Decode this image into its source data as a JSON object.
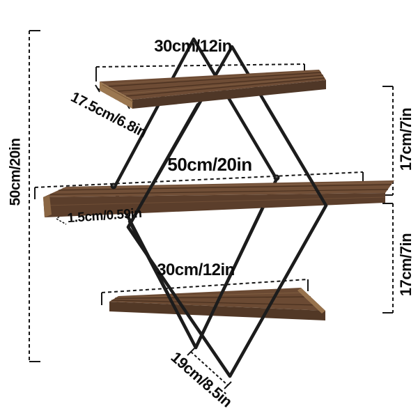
{
  "diagram": {
    "title": "3-tier diamond wire wall shelf dimension diagram",
    "dimensions": {
      "top_shelf_width": "30cm/12in",
      "top_shelf_depth": "17.5cm/6.8in",
      "middle_shelf_width": "50cm/20in",
      "board_thickness": "1.5cm/0.59in",
      "bottom_shelf_width": "30cm/12in",
      "bottom_shelf_depth": "19cm/8.5in",
      "upper_section_height": "17cm/7in",
      "lower_section_height": "17cm/7in",
      "overall_height": "50cm/20in"
    },
    "colors": {
      "background": "#ffffff",
      "wire_frame": "#1c1c1c",
      "wood_top": "#6e4c35",
      "wood_front": "#4f3727",
      "wood_end_grain": "#9b7750",
      "dimension_lines": "#151515",
      "label_text": "#0c0c0c"
    }
  }
}
